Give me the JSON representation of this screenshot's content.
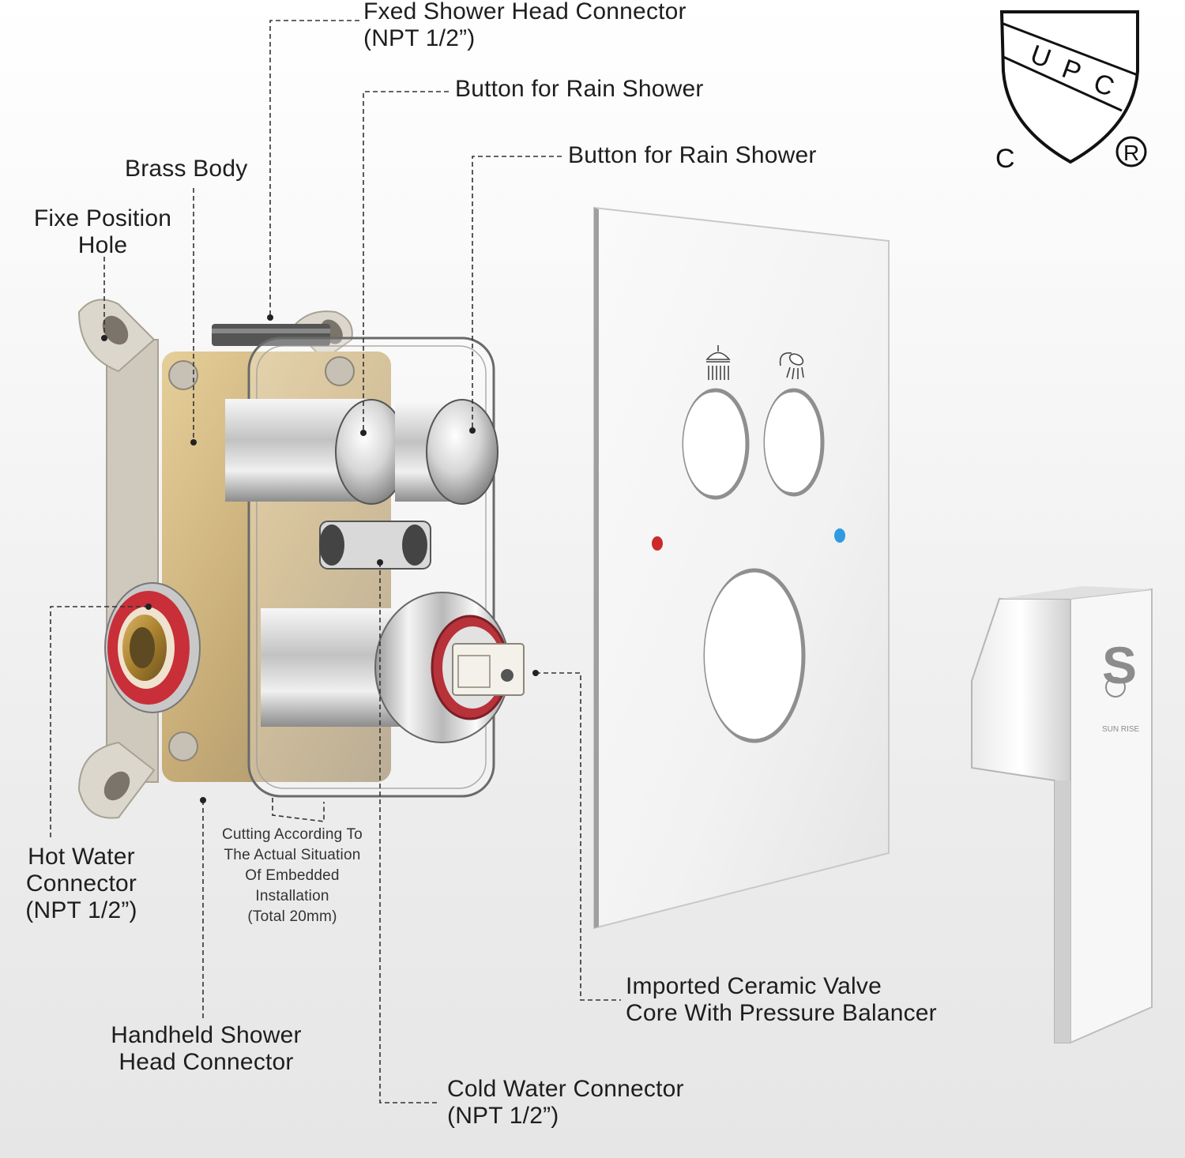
{
  "labels": {
    "fixed_head_connector": "Fxed Shower Head Connector\n(NPT 1/2”)",
    "button_rain_1": "Button for Rain Shower",
    "button_rain_2": "Button for Rain Shower",
    "brass_body": "Brass Body",
    "fixed_position_hole": "Fixe Position\nHole",
    "hot_water": "Hot Water\nConnector\n(NPT 1/2”)",
    "cutting_note": "Cutting According To\nThe Actual Situation\nOf Embedded\nInstallation\n(Total 20mm)",
    "handheld_connector": "Handheld Shower\nHead Connector",
    "cold_water": "Cold Water Connector\n(NPT 1/2”)",
    "ceramic_valve": "Imported Ceramic Valve\nCore With Pressure Balancer"
  },
  "logo": {
    "letters": [
      "U",
      "P",
      "C"
    ],
    "c_mark": "C",
    "registered": "R"
  },
  "handle_brand": "SUN RISE",
  "icons": [
    "rain-shower-icon",
    "handheld-shower-icon"
  ],
  "colors": {
    "hot_indicator": "#cc2a2a",
    "cold_indicator": "#2f9be0",
    "connector_ring": "#c82f38",
    "leader_line": "#333333"
  }
}
